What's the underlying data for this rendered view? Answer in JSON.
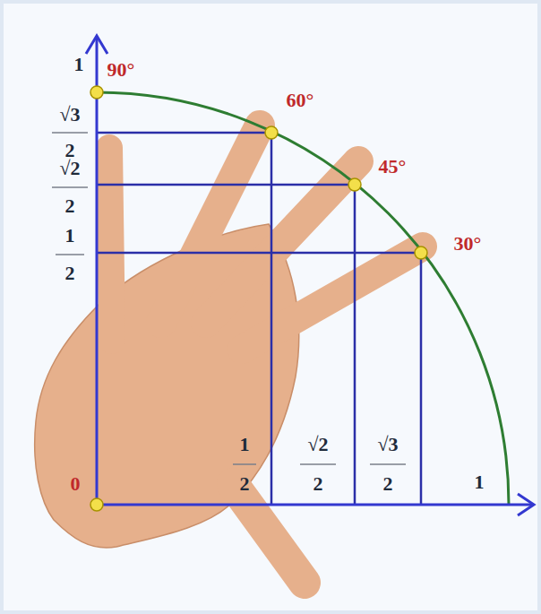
{
  "diagram": {
    "labels": [
      "1",
      "90°",
      "√3",
      "2",
      "60°",
      "√2",
      "2",
      "45°",
      "1",
      "2",
      "30°",
      "0",
      "1",
      "2",
      "√2",
      "2",
      "√3",
      "2",
      "1"
    ]
  }
}
